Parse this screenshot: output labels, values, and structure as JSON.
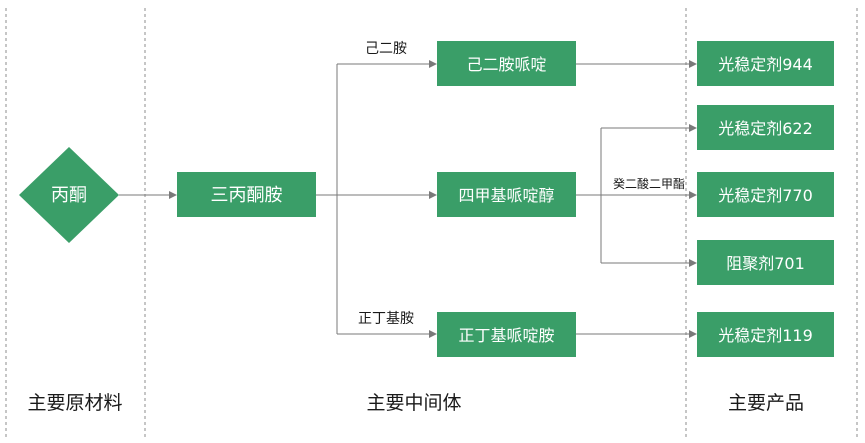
{
  "columns": {
    "raw": "主要原材料",
    "intermediate": "主要中间体",
    "product": "主要产品"
  },
  "nodes": {
    "acetone": "丙酮",
    "triacetonamine": "三丙酮胺",
    "hexanediamine_piperidine": "己二胺哌啶",
    "tmp_piperidinol": "四甲基哌啶醇",
    "butylamine_piperidine": "正丁基哌啶胺",
    "ls944": "光稳定剂944",
    "ls622": "光稳定剂622",
    "ls770": "光稳定剂770",
    "inh701": "阻聚剂701",
    "ls119": "光稳定剂119"
  },
  "edge_labels": {
    "hexanediamine": "己二胺",
    "butylamine": "正丁基胺",
    "dimethyl_sebacate": "癸二酸二甲酯"
  },
  "colors": {
    "box": "#3a9e68",
    "line": "#7a7a7a",
    "divider": "#8c8c8c"
  }
}
